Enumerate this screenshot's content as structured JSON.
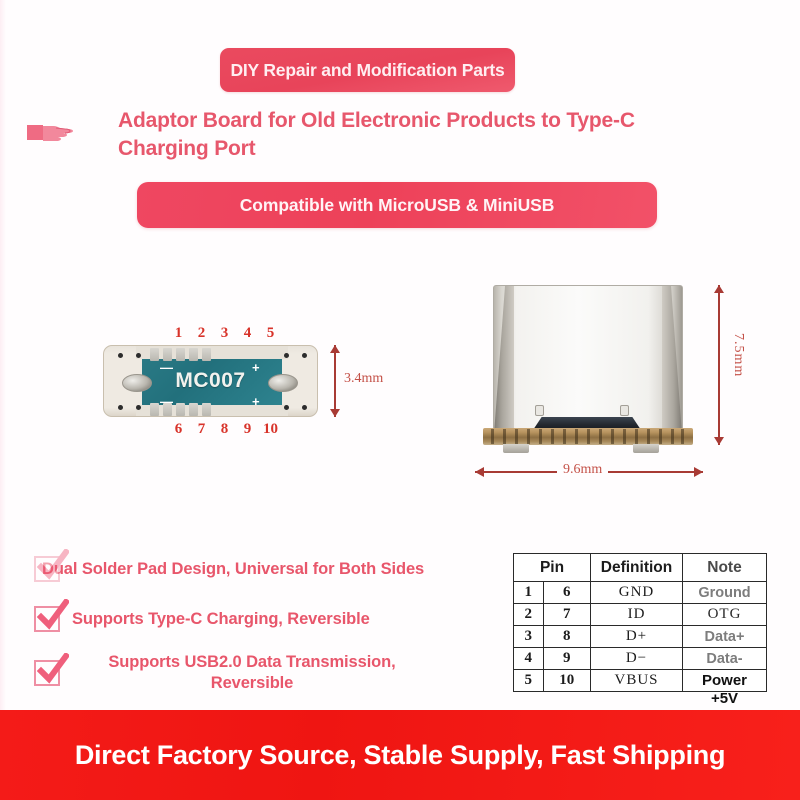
{
  "header": {
    "badge_top": "DIY Repair and Modification Parts",
    "title": "Adaptor Board for Old Electronic Products to Type-C Charging Port",
    "badge_bottom": "Compatible with MicroUSB & MiniUSB",
    "pointer_icon": "pointing-hand-icon",
    "accent_pill": "#ea4a5f",
    "accent_title": "#e7576c"
  },
  "products": {
    "pcb": {
      "silkscreen": "MC007",
      "pins_top": [
        "1",
        "2",
        "3",
        "4",
        "5"
      ],
      "pins_bottom": [
        "6",
        "7",
        "8",
        "9",
        "10"
      ],
      "dimension_height": "3.4mm",
      "polarity_plus": "+",
      "polarity_minus": "—"
    },
    "connector": {
      "dimension_height": "7.5mm",
      "dimension_width": "9.6mm"
    },
    "dimension_color": "#c45148"
  },
  "features": [
    {
      "icon": "checkbox-checked-icon",
      "text": "Dual Solder Pad Design, Universal for Both Sides"
    },
    {
      "icon": "checkbox-checked-icon",
      "text": "Supports Type-C Charging, Reversible"
    },
    {
      "icon": "checkbox-checked-icon",
      "text": "Supports USB2.0 Data Transmission, Reversible"
    }
  ],
  "pin_table": {
    "headers": {
      "pin": "Pin",
      "definition": "Definition",
      "note": "Note"
    },
    "rows": [
      {
        "pin_a": "1",
        "pin_b": "6",
        "definition": "GND",
        "note": "Ground"
      },
      {
        "pin_a": "2",
        "pin_b": "7",
        "definition": "ID",
        "note": "OTG"
      },
      {
        "pin_a": "3",
        "pin_b": "8",
        "definition": "D+",
        "note": "Data+"
      },
      {
        "pin_a": "4",
        "pin_b": "9",
        "definition": "D−",
        "note": "Data-"
      },
      {
        "pin_a": "5",
        "pin_b": "10",
        "definition": "VBUS",
        "note": "Power",
        "note_sub": "+5V"
      }
    ]
  },
  "banner": {
    "text": "Direct Factory Source, Stable Supply, Fast Shipping",
    "color": "#f41b18"
  }
}
